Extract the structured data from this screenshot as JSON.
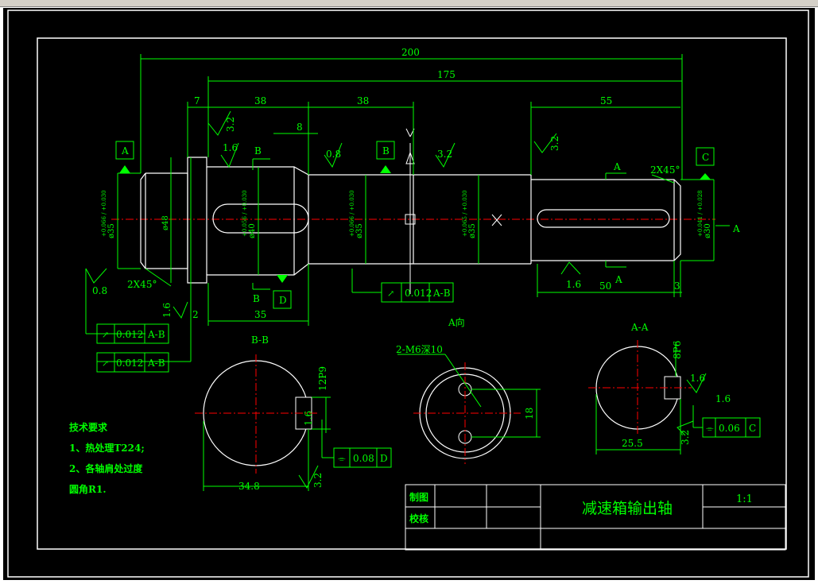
{
  "drawing": {
    "title": "减速箱输出轴",
    "scale": "1:1",
    "title_block": {
      "drawn_by_label": "制图",
      "checked_by_label": "校核"
    },
    "tech_requirements": {
      "heading": "技术要求",
      "lines": [
        "1、热处理T224;",
        "2、各轴肩处过度",
        "圆角R1."
      ]
    },
    "dimensions": {
      "overall_length": "200",
      "length_175": "175",
      "length_7": "7",
      "length_38a": "38",
      "length_38b": "38",
      "length_55": "55",
      "length_8": "8",
      "length_35": "35",
      "length_50": "50",
      "length_3": "3",
      "length_2": "2",
      "chamfer_left": "2X45°",
      "chamfer_right": "2X45°",
      "dia_left": "ø35",
      "dia_left_tol": "+0.066 / +0.030",
      "dia_48": "ø48",
      "dia_40": "ø40",
      "dia_40_tol": "+0.056 / +0.030",
      "dia_35_mid": "ø35",
      "dia_35_mid_tol": "+0.066 / +0.030",
      "dia_35_right": "ø35",
      "dia_35_right_tol": "+0.065 / +0.030",
      "dia_30": "ø30",
      "dia_30_tol": "+0.041 / +0.028"
    },
    "roughness": {
      "r_3_2_top": "3.2",
      "r_1_6_top": "1.6",
      "r_0_8_mid": "0.8",
      "r_3_2_mid": "3.2",
      "r_3_2_right": "3.2",
      "r_0_8_left": "0.8",
      "r_1_6_left": "1.6",
      "r_1_6_bottom": "1.6"
    },
    "datums": {
      "a": "A",
      "b": "B",
      "c": "C",
      "d": "D"
    },
    "section_labels": {
      "bb": "B",
      "aa": "A"
    },
    "tolerance_frames": [
      {
        "value": "0.012",
        "ref": "A-B"
      },
      {
        "value": "0.012",
        "ref": "A-B"
      },
      {
        "value": "0.012",
        "ref": "A-B"
      },
      {
        "value": "0.08",
        "ref": "D"
      },
      {
        "value": "0.06",
        "ref": "C"
      }
    ],
    "views": {
      "bb": {
        "title": "B-B",
        "width_dim": "34.8",
        "key_dim": "12P9",
        "roughness": "1.6",
        "roughness2": "3.2"
      },
      "a_view": {
        "title": "A向",
        "hole_note": "2-M6深10",
        "spacing": "18"
      },
      "aa": {
        "title": "A-A",
        "width_dim": "25.5",
        "key_dim": "8P6",
        "roughness": "1.6",
        "roughness2": "1.6",
        "roughness3": "3.2"
      }
    },
    "arrow_labels": {
      "a_upper": "A",
      "a_lower": "A",
      "a_right": "A"
    }
  },
  "colors": {
    "background": "#000000",
    "outline": "#ffffff",
    "dimension": "#00ff00",
    "centerline": "#ff0000",
    "accent": "#00ffff"
  }
}
